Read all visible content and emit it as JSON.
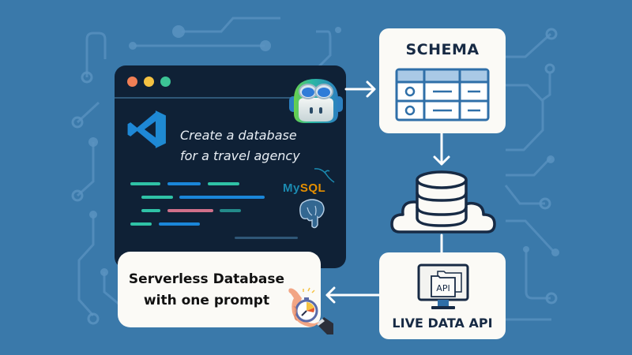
{
  "colors": {
    "background": "#3a79aa",
    "circuit": "#5a93c1",
    "editor_bg": "#0f2136",
    "card_bg": "#fbfaf6",
    "arrow": "#ffffff",
    "dark_text": "#172a44",
    "traffic_red": "#f07f55",
    "traffic_yellow": "#f5c242",
    "traffic_green": "#3cc495",
    "vscode_blue": "#1f8ad2",
    "code_teal": "#2fc2a6",
    "code_blue": "#1a86d9",
    "code_pink": "#d0708a",
    "code_darkteal": "#238a89",
    "mysql_blue": "#1b8ab0",
    "mysql_orange": "#e48e00",
    "postgres_blue": "#336791",
    "schema_header": "#a9c9e6",
    "schema_stroke": "#2f6fa8"
  },
  "editor": {
    "traffic_lights": [
      "close",
      "minimize",
      "maximize"
    ],
    "logo_icon": "vscode-icon",
    "assistant_icon": "copilot-icon",
    "prompt_line1": "Create a database",
    "prompt_line2": "for a travel agency",
    "db_logos": {
      "mysql_my": "My",
      "mysql_sql": "SQL",
      "postgres_icon": "postgresql-elephant-icon"
    }
  },
  "schema": {
    "title": "SCHEMA",
    "rows": 2,
    "columns": 3
  },
  "database": {
    "icon": "cloud-database-icon"
  },
  "api": {
    "title": "LIVE DATA API",
    "screen_label": "API"
  },
  "result": {
    "line1": "Serverless Database",
    "line2": "with one prompt",
    "icon": "stopwatch-hand-icon"
  }
}
